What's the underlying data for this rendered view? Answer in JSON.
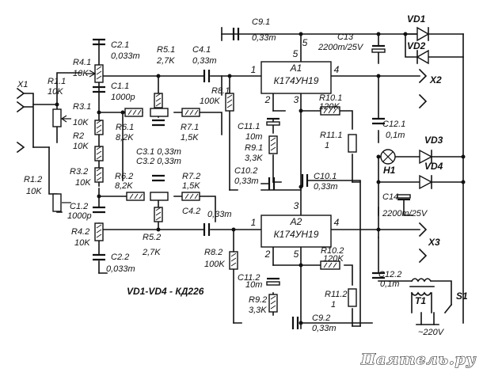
{
  "schematic": {
    "note": "VD1-VD4 - КД226",
    "watermark": "Паятель.ру",
    "ics": [
      {
        "ref": "A1",
        "type": "К174УН19"
      },
      {
        "ref": "A2",
        "type": "К174УН19"
      }
    ],
    "pins": [
      "1",
      "4",
      "2",
      "3",
      "5",
      "1",
      "4",
      "2",
      "3",
      "5"
    ],
    "labels": [
      "C9.1",
      "0,33m",
      "C13",
      "2200m/25V",
      "VD1",
      "VD2",
      "5",
      "C2.1",
      "0,033m",
      "R5.1",
      "2,7K",
      "C4.1",
      "0,33m",
      "R4.1",
      "10K",
      "C1.1",
      "1000p",
      "R8.1",
      "100K",
      "X2",
      "X1",
      "R1.1",
      "10K",
      "R3.1",
      "10K",
      "R6.1",
      "8,2K",
      "R7.1",
      "1,5K",
      "R10.1",
      "120K",
      "C11.1",
      "10m",
      "C12.1",
      "0,1m",
      "VD3",
      "R2",
      "10K",
      "R11.1",
      "1",
      "R9.1",
      "3,3K",
      "H1",
      "C3.1 0,33m",
      "C3.2 0,33m",
      "VD4",
      "R3.2",
      "10K",
      "C10.2",
      "0,33m",
      "C10.1",
      "0,33m",
      "R1.2",
      "10K",
      "R6.2",
      "8,2K",
      "R7.2",
      "1,5K",
      "C14",
      "2200m/25V",
      "C1.2",
      "1000p",
      "C4.2",
      "0,33m",
      "R4.2",
      "10K",
      "R5.2",
      "2,7K",
      "X3",
      "R8.2",
      "100K",
      "R10.2",
      "120K",
      "C2.2",
      "0,033m",
      "C11.2",
      "10m",
      "C12.2",
      "0,1m",
      "T1",
      "S1",
      "R11.2",
      "1",
      "R9.2",
      "3,3K",
      "C9.2",
      "0,33m",
      "~220V"
    ]
  }
}
